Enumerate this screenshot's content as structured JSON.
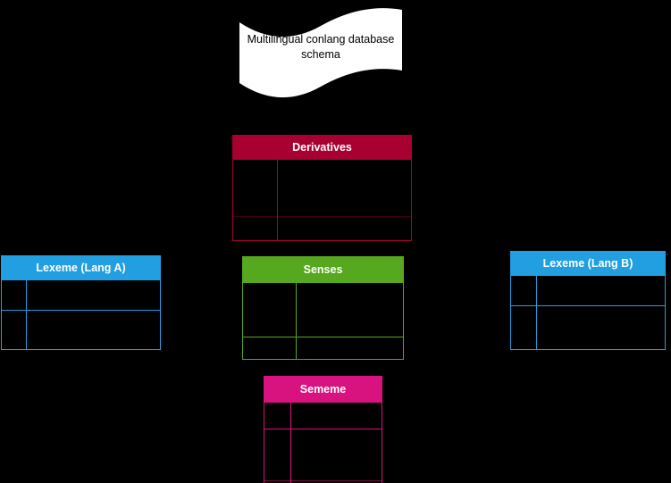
{
  "diagram": {
    "background_color": "#000000",
    "banner": {
      "title": "Multilingual conlang database schema",
      "fill_color": "#ffffff",
      "text_color": "#000000",
      "shape": "tape"
    },
    "entities": [
      {
        "label": "Derivatives",
        "header_color": "#a80031",
        "text_color": "#ffffff"
      },
      {
        "label": "Lexeme (Lang A)",
        "header_color": "#219fe0",
        "text_color": "#ffffff"
      },
      {
        "label": "Senses",
        "header_color": "#56a81e",
        "text_color": "#ffffff"
      },
      {
        "label": "Lexeme (Lang B)",
        "header_color": "#219fe0",
        "text_color": "#ffffff"
      },
      {
        "label": "Sememe",
        "header_color": "#d8127f",
        "text_color": "#ffffff"
      }
    ]
  }
}
